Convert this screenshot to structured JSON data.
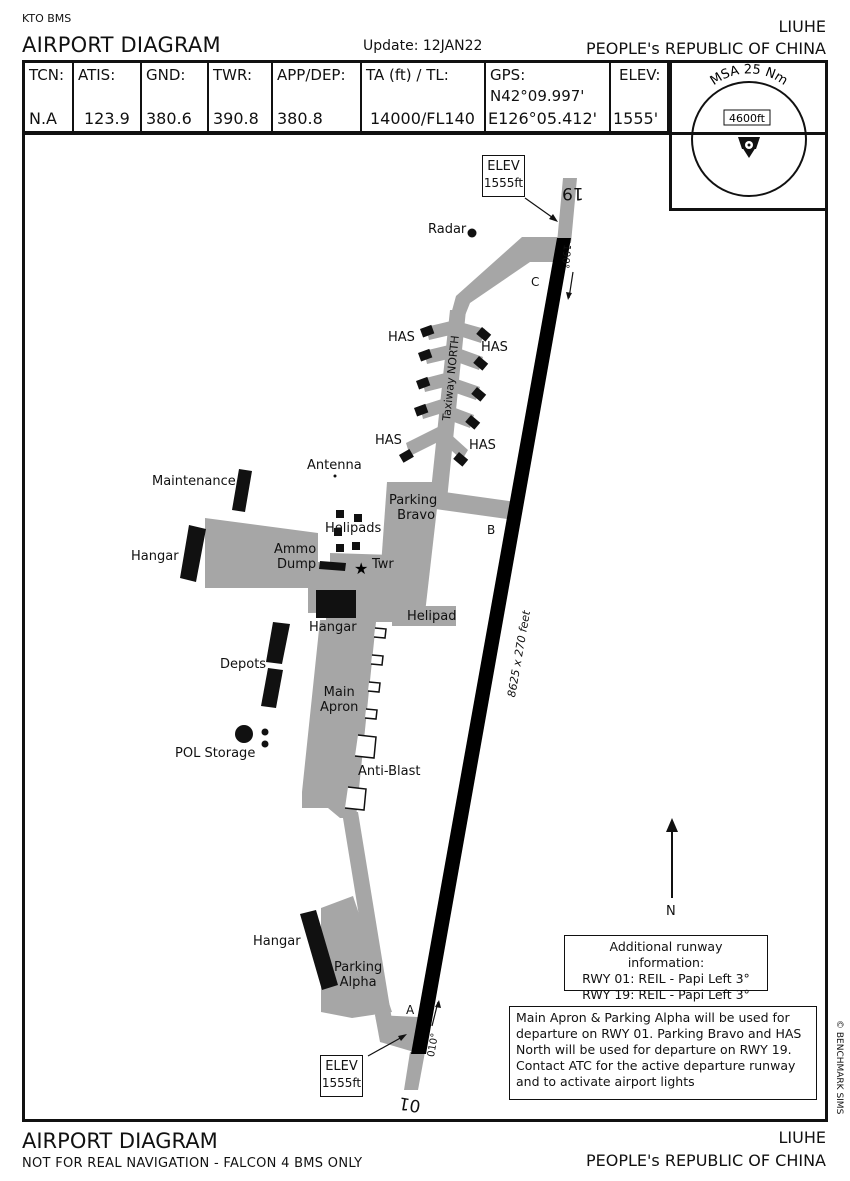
{
  "header": {
    "top_left": "KTO BMS",
    "title": "AIRPORT DIAGRAM",
    "update": "Update: 12JAN22",
    "city": "LIUHE",
    "country": "PEOPLE's REPUBLIC OF CHINA"
  },
  "frequencies": [
    {
      "label": "TCN:",
      "value": "N.A"
    },
    {
      "label": "ATIS:",
      "value": "123.9"
    },
    {
      "label": "GND:",
      "value": "380.6"
    },
    {
      "label": "TWR:",
      "value": "390.8"
    },
    {
      "label": "APP/DEP:",
      "value": "380.8"
    },
    {
      "label": "TA (ft) / TL:",
      "value": "14000/FL140"
    },
    {
      "label": "GPS:",
      "value_line1": "N42°09.997'",
      "value": "E126°05.412'"
    },
    {
      "label": "ELEV:",
      "value": "1555'"
    }
  ],
  "msa": {
    "title": "MSA 25 Nm",
    "altitude": "4600ft"
  },
  "map": {
    "elev_north": {
      "label": "ELEV",
      "value": "1555ft"
    },
    "elev_south": {
      "label": "ELEV",
      "value": "1555ft"
    },
    "rwy_19": "19",
    "rwy_01": "01",
    "hdg_190": "190°",
    "hdg_010": "010°",
    "rwy_dims": "8625 x 270 feet",
    "taxiway_north": "Taxiway NORTH",
    "labels": {
      "radar": "Radar",
      "c": "C",
      "b": "B",
      "a": "A",
      "has1": "HAS",
      "has2": "HAS",
      "has3": "HAS",
      "has4": "HAS",
      "antenna": "Antenna",
      "maintenance": "Maintenance",
      "parking_bravo_1": "Parking",
      "parking_bravo_2": "Bravo",
      "helipads": "Helipads",
      "hangar_west": "Hangar",
      "ammo_1": "Ammo",
      "ammo_2": "Dump",
      "twr": "Twr",
      "hangar_mid": "Hangar",
      "helipad": "Helipad",
      "depots": "Depots",
      "main_apron_1": "Main",
      "main_apron_2": "Apron",
      "pol": "POL Storage",
      "anti_blast": "Anti-Blast",
      "hangar_south": "Hangar",
      "parking_alpha_1": "Parking",
      "parking_alpha_2": "Alpha",
      "north": "N"
    },
    "rwy_info": {
      "title": "Additional runway information:",
      "line1": "RWY 01: REIL - Papi Left 3°",
      "line2": "RWY 19: REIL - Papi Left 3°"
    },
    "notes": [
      "Main Apron & Parking Alpha will be used for",
      "departure on RWY 01. Parking Bravo and HAS",
      "North will be used for departure on RWY 19.",
      "Contact ATC for the active departure runway",
      "and to activate airport lights"
    ]
  },
  "copyright": "© BENCHMARK SIMS",
  "footer": {
    "title": "AIRPORT DIAGRAM",
    "subtitle": "NOT FOR REAL NAVIGATION - FALCON 4 BMS ONLY",
    "city": "LIUHE",
    "country": "PEOPLE's REPUBLIC OF CHINA"
  },
  "colors": {
    "pavement": "#a6a6a6",
    "runway": "#000000",
    "ink": "#111111"
  }
}
